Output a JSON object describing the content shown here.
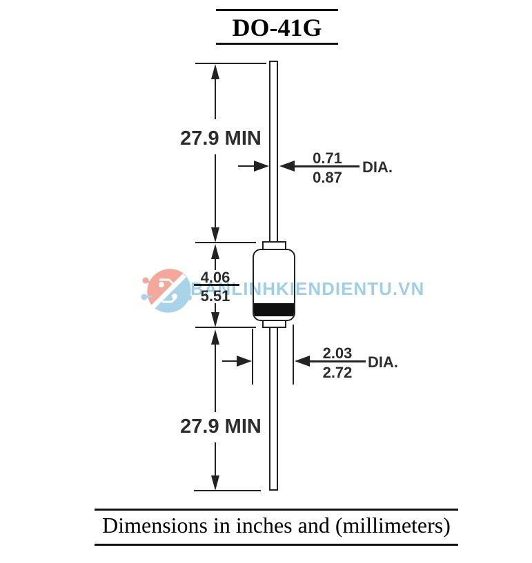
{
  "title": "DO-41G",
  "caption": "Dimensions in inches and (millimeters)",
  "watermark": {
    "text": "BANLINHKIENDIENTU.VN",
    "logo": "circuit-globe-logo",
    "color_blue": "#9fcfe8",
    "color_salmon": "#f4a89c"
  },
  "dims": {
    "lead_top_length": "27.9 MIN",
    "lead_bottom_length": "27.9 MIN",
    "lead_dia_num": "0.71",
    "lead_dia_den": "0.87",
    "lead_dia_label": "DIA.",
    "body_len_num": "4.06",
    "body_len_den": "5.51",
    "body_dia_num": "2.03",
    "body_dia_den": "2.72",
    "body_dia_label": "DIA."
  },
  "colors": {
    "line": "#222222",
    "cathode_band": "#0f0f0f",
    "background": "#ffffff"
  }
}
